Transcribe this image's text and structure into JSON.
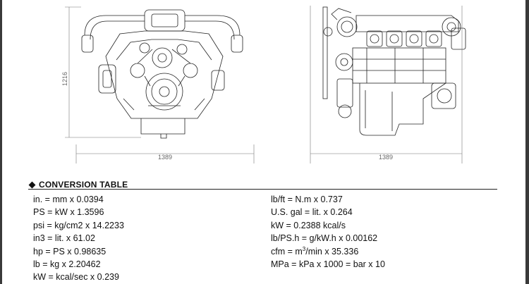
{
  "drawing": {
    "front_height": "1216",
    "front_width": "1389",
    "side_width": "1389"
  },
  "conversion_table": {
    "title": "CONVERSION TABLE",
    "left_rows": [
      "in. = mm x 0.0394",
      "PS = kW x 1.3596",
      "psi = kg/cm2 x 14.2233",
      "in3 = lit. x 61.02",
      "hp = PS x 0.98635",
      "lb = kg x 2.20462",
      "kW = kcal/sec x 0.239"
    ],
    "right_rows": [
      "lb/ft = N.m x 0.737",
      "U.S. gal = lit. x 0.264",
      "kW = 0.2388 kcal/s",
      "lb/PS.h = g/kW.h x 0.00162"
    ],
    "cfm_row": {
      "prefix": "cfm = m",
      "exponent": "3",
      "suffix": "/min x 35.336"
    },
    "mpa_row": "MPa = kPa x 1000 = bar x 10"
  }
}
